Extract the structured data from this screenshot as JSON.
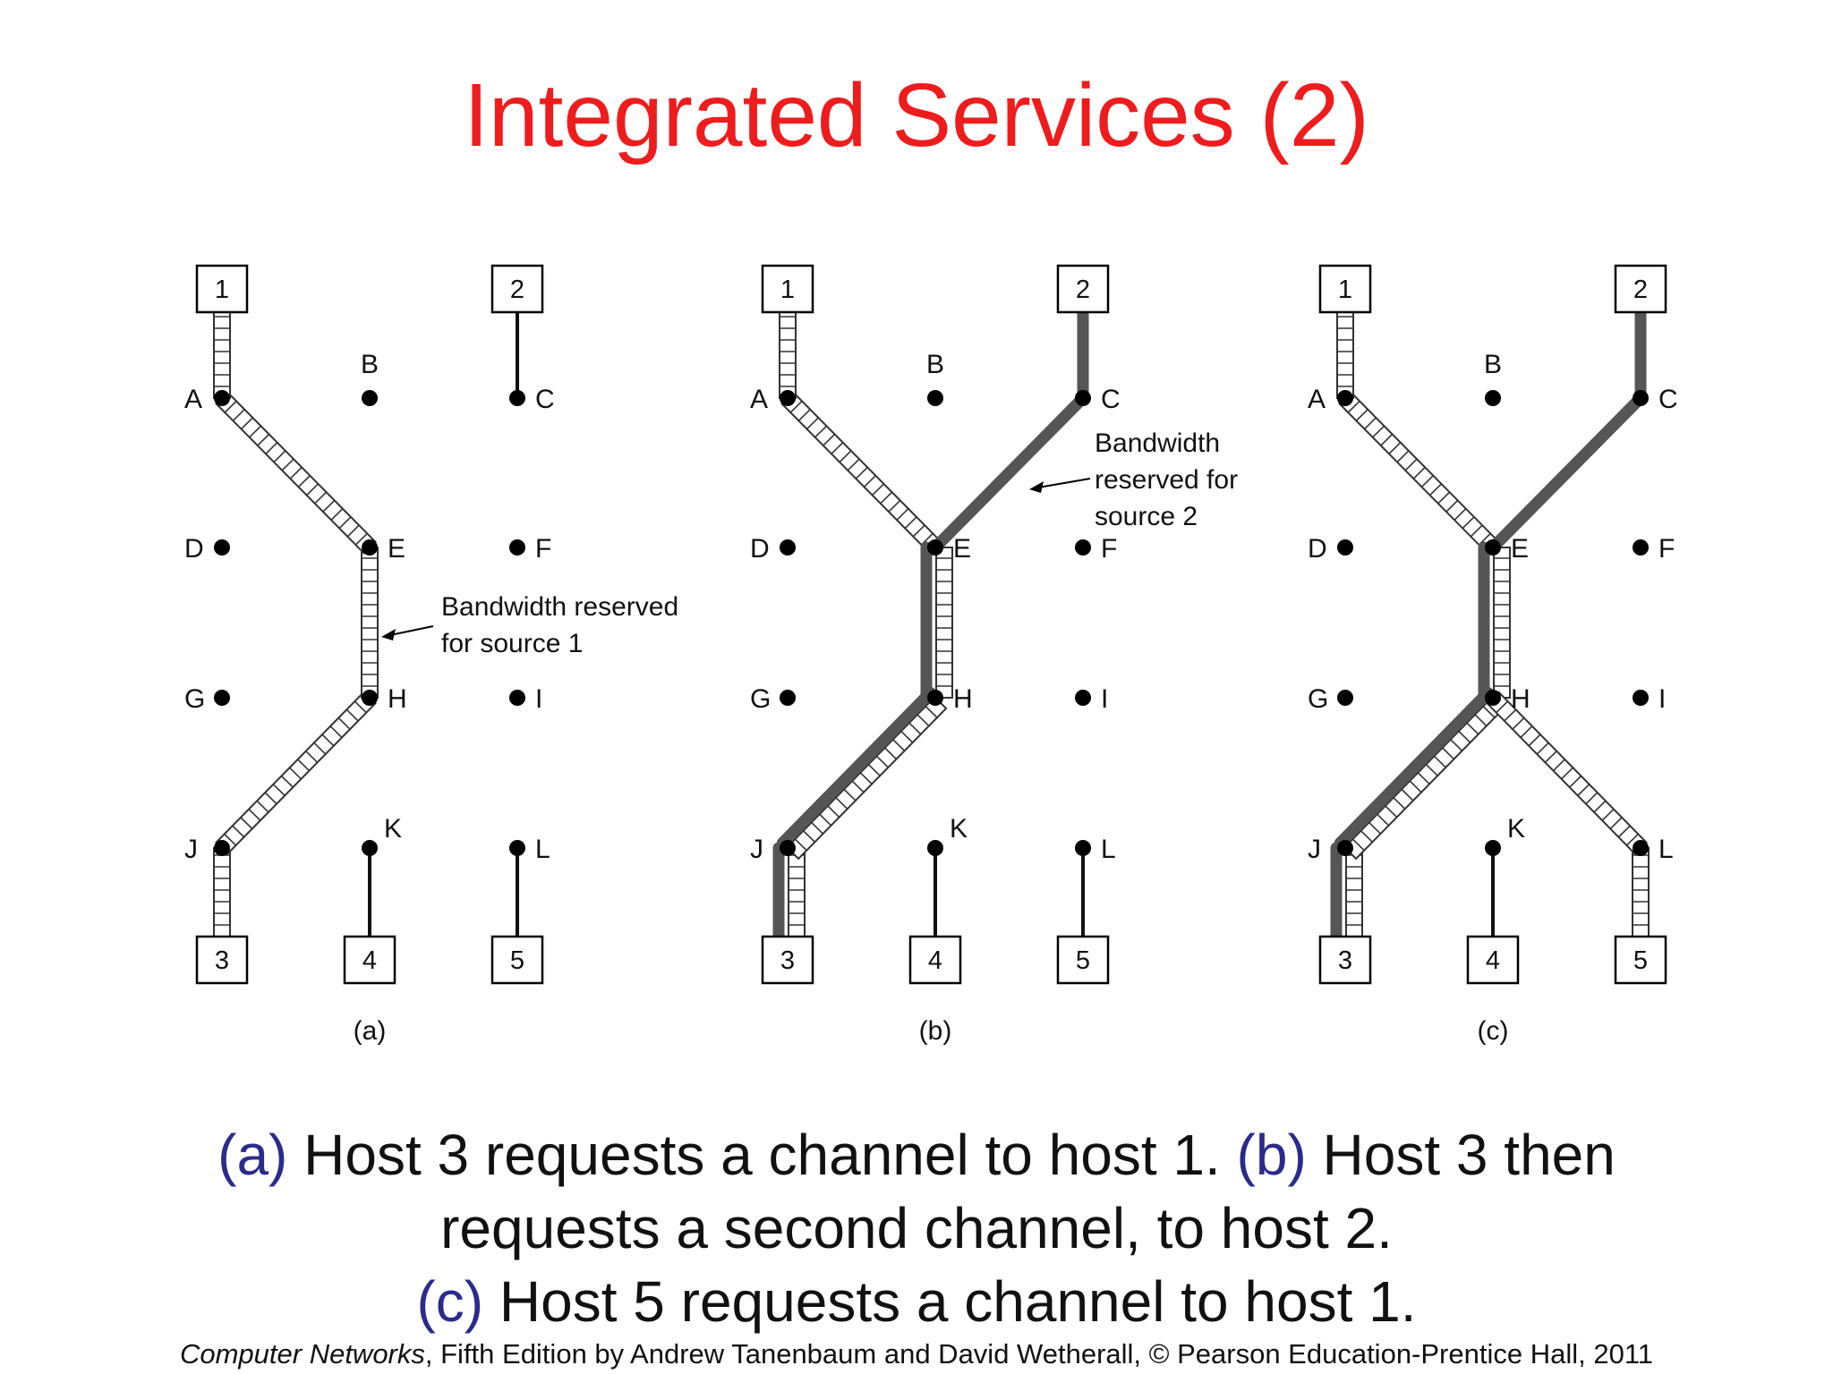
{
  "slide": {
    "title": "Integrated Services (2)"
  },
  "diagram": {
    "routers": [
      "A",
      "B",
      "C",
      "D",
      "E",
      "F",
      "G",
      "H",
      "I",
      "J",
      "K",
      "L"
    ],
    "hosts": [
      "1",
      "2",
      "3",
      "4",
      "5"
    ],
    "panels": [
      {
        "label": "(a)",
        "annotations": [
          {
            "lines": [
              "Bandwidth reserved",
              "for source 1"
            ]
          }
        ],
        "reservations": [
          {
            "source": "1",
            "style": "hatched",
            "route": [
              "3",
              "J",
              "H",
              "E",
              "A",
              "1"
            ]
          }
        ]
      },
      {
        "label": "(b)",
        "annotations": [
          {
            "lines": [
              "Bandwidth",
              "reserved for",
              "source 2"
            ]
          }
        ],
        "reservations": [
          {
            "source": "1",
            "style": "hatched",
            "route": [
              "3",
              "J",
              "H",
              "E",
              "A",
              "1"
            ]
          },
          {
            "source": "2",
            "style": "solid",
            "route": [
              "3",
              "J",
              "H",
              "E",
              "C",
              "2"
            ]
          }
        ]
      },
      {
        "label": "(c)",
        "annotations": [],
        "reservations": [
          {
            "source": "1",
            "style": "hatched",
            "route": [
              "3",
              "J",
              "H",
              "E",
              "A",
              "1"
            ]
          },
          {
            "source": "2",
            "style": "solid",
            "route": [
              "3",
              "J",
              "H",
              "E",
              "C",
              "2"
            ]
          },
          {
            "source": "1",
            "style": "hatched",
            "route": [
              "5",
              "L",
              "H"
            ]
          }
        ]
      }
    ],
    "colors": {
      "title": "#ee1c1c",
      "caption_tag": "#2b2b8c",
      "reserved_solid": "#555555",
      "link": "#111111"
    }
  },
  "caption": {
    "a_tag": "(a)",
    "a_text": " Host 3 requests a channel to host 1. ",
    "b_tag": "(b)",
    "b_text": " Host 3 then",
    "b_text2": "requests a second channel, to host 2.",
    "c_tag": "(c)",
    "c_text": " Host 5 requests a channel to host 1."
  },
  "footer": {
    "book": "Computer Networks",
    "rest": ", Fifth Edition by Andrew Tanenbaum and David Wetherall, © Pearson Education-Prentice Hall, 2011"
  }
}
